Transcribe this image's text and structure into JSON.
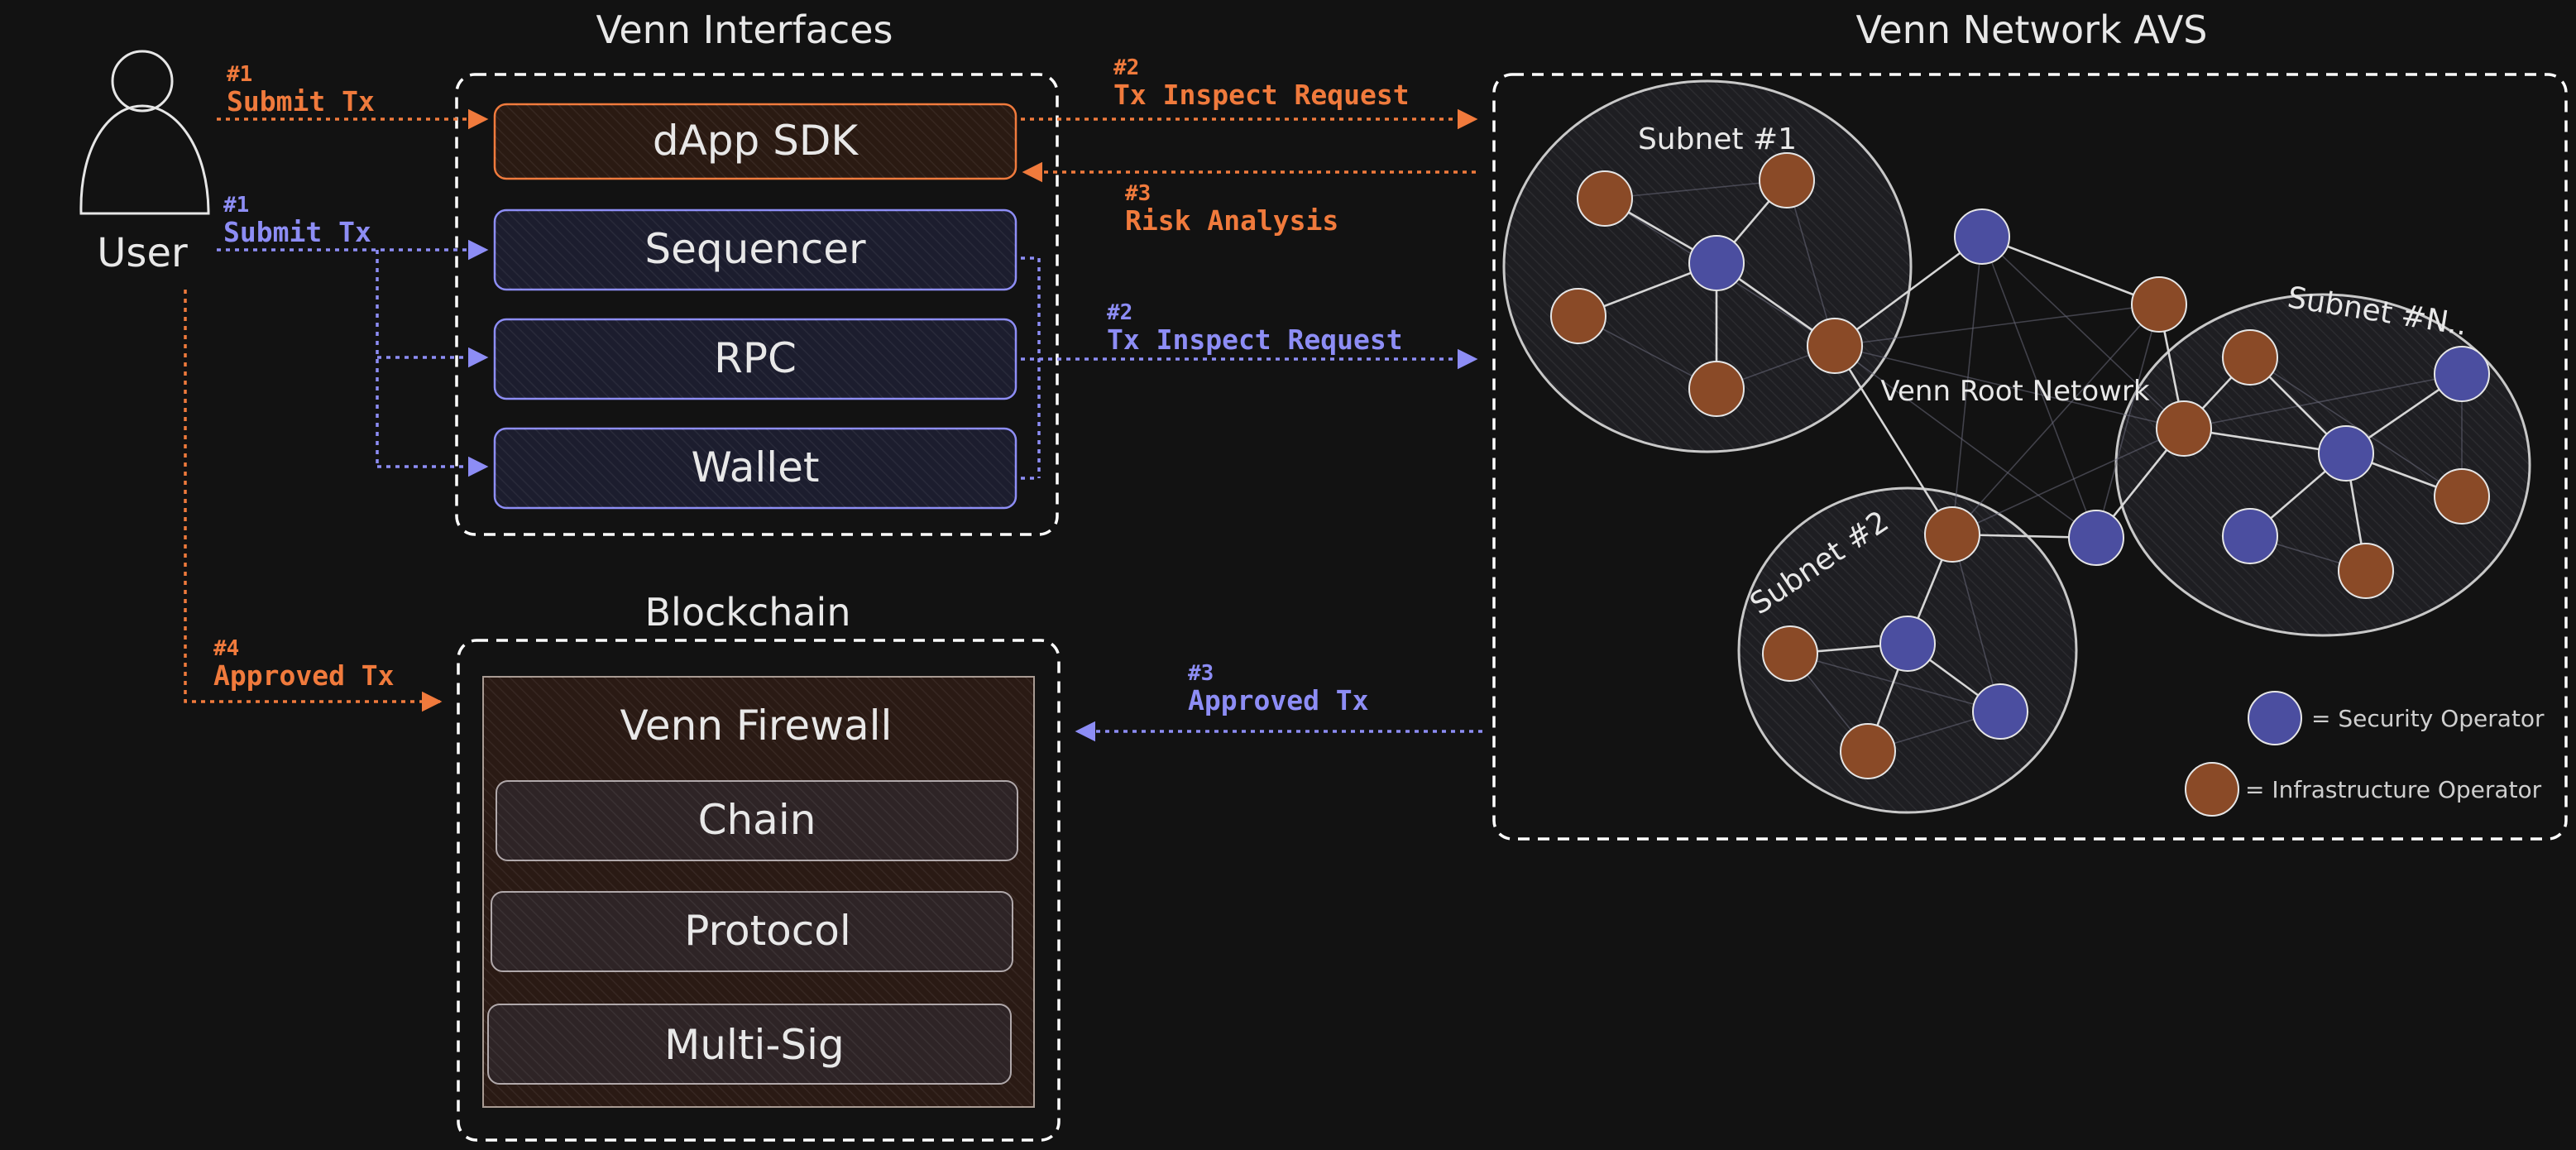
{
  "colors": {
    "background": "#121212",
    "orange": "#f07a3c",
    "blue": "#8d8df5",
    "text": "#e8e8e8",
    "outline": "#e6e6e6",
    "security_node": "#4b4ea0",
    "infra_node": "#8a4a27",
    "sdk_fill": "#2a1a12",
    "blue_fill": "#1c1d2e",
    "firewall_fill": "#2a1a14",
    "firewall_item_fill": "#2e2426"
  },
  "user": {
    "label": "User"
  },
  "interfaces": {
    "title": "Venn Interfaces",
    "items": [
      "dApp SDK",
      "Sequencer",
      "RPC",
      "Wallet"
    ]
  },
  "blockchain": {
    "title": "Blockchain",
    "firewall_title": "Venn Firewall",
    "items": [
      "Chain",
      "Protocol",
      "Multi-Sig"
    ]
  },
  "network": {
    "title": "Venn Network AVS",
    "root_label": "Venn Root Netowrk",
    "subnets": [
      "Subnet #1",
      "Subnet #2",
      "Subnet #N.."
    ],
    "legend": [
      {
        "type": "security",
        "label": "= Security Operator"
      },
      {
        "type": "infra",
        "label": "= Infrastructure Operator"
      }
    ]
  },
  "arrows": {
    "submit_orange": {
      "step": "#1",
      "label": "Submit Tx"
    },
    "submit_blue": {
      "step": "#1",
      "label": "Submit Tx"
    },
    "inspect_orange": {
      "step": "#2",
      "label": "Tx Inspect Request"
    },
    "risk_orange": {
      "step": "#3",
      "label": "Risk Analysis"
    },
    "inspect_blue": {
      "step": "#2",
      "label": "Tx Inspect Request"
    },
    "approved_blue": {
      "step": "#3",
      "label": "Approved Tx"
    },
    "approved_orange": {
      "step": "#4",
      "label": "Approved Tx"
    }
  }
}
